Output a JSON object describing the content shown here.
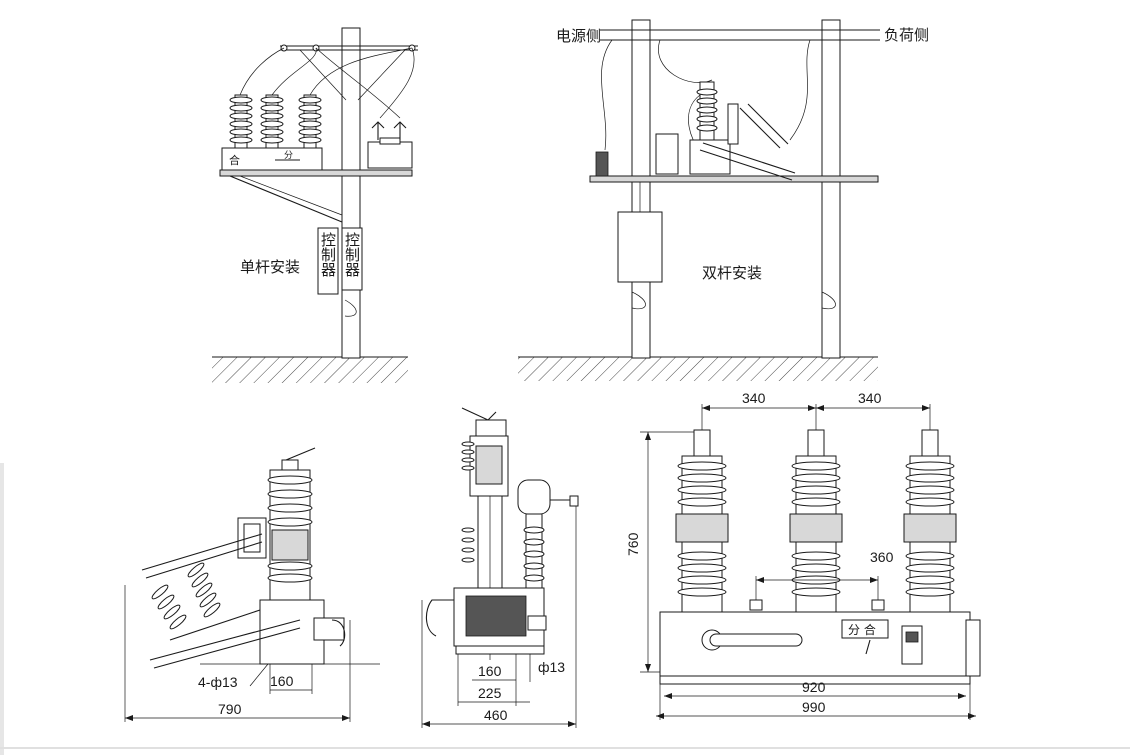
{
  "labels": {
    "single_pole_install": "单杆安装",
    "double_pole_install": "双杆安装",
    "source_side": "电源侧",
    "load_side": "负荷侧",
    "controller_1": "控制器",
    "controller_2": "控制器",
    "close": "合",
    "open": "分",
    "panel_open_close": "分 合"
  },
  "dimensions": {
    "side_view": {
      "hole": "4-ф13",
      "offset": "160",
      "overall": "790"
    },
    "end_view": {
      "hole": "ф13",
      "d1": "160",
      "d2": "225",
      "overall": "460"
    },
    "front_view": {
      "pitch_left": "340",
      "pitch_right": "340",
      "height": "760",
      "mount": "360",
      "inner_width": "920",
      "outer_width": "990"
    }
  }
}
